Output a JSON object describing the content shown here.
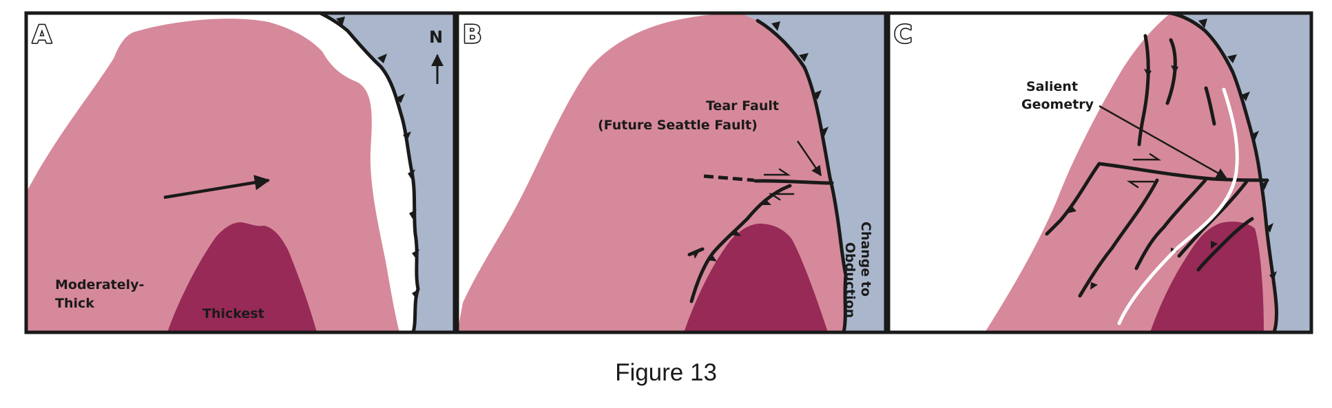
{
  "panels": [
    {
      "letter": "A",
      "north_label": "N",
      "labels": {
        "moderately_thick_line1": "Moderately-",
        "moderately_thick_line2": "Thick",
        "thickest": "Thickest"
      }
    },
    {
      "letter": "B",
      "labels": {
        "tear_fault_line1": "Tear Fault",
        "tear_fault_line2": "(Future Seattle Fault)",
        "change_line1": "Change to",
        "change_line2": "Obduction"
      }
    },
    {
      "letter": "C",
      "labels": {
        "salient_line1": "Salient",
        "salient_line2": "Geometry"
      }
    }
  ],
  "caption": "Figure 13",
  "colors": {
    "moderately_thick_crust": "#d6899a",
    "thickest_crust": "#972a56",
    "ocean": "#aab6cb",
    "outline": "#1a1a1a",
    "salient_trace": "#ffffff"
  }
}
